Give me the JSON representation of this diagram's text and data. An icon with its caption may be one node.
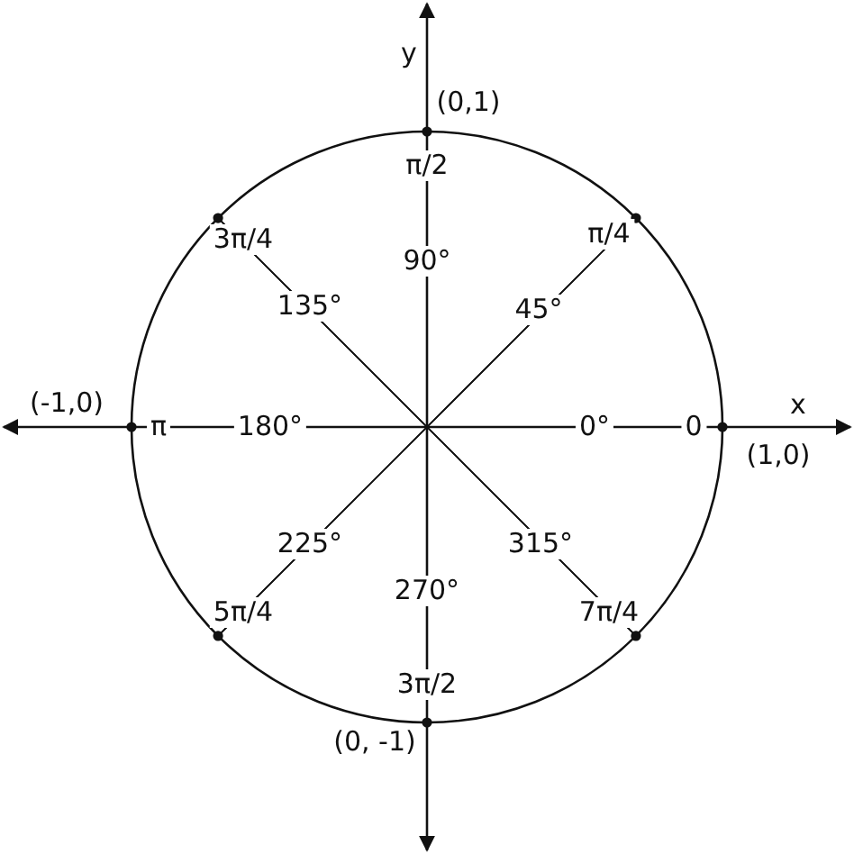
{
  "diagram": {
    "labels": [
      "y",
      "(0,1)",
      "π/2",
      "90°",
      "3π/4",
      "135°",
      "π/4",
      "45°",
      "(-1,0)",
      "π",
      "180°",
      "0°",
      "0",
      "x",
      "(1,0)",
      "225°",
      "315°",
      "5π/4",
      "7π/4",
      "270°",
      "3π/2",
      "(0, -1)"
    ]
  }
}
